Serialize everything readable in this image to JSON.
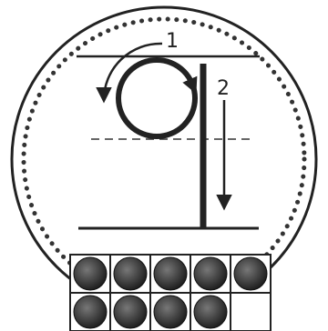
{
  "diagram": {
    "step_labels": [
      "1",
      "2"
    ],
    "ten_frame": {
      "rows": 2,
      "cols": 5,
      "filled_count": 9
    }
  },
  "colors": {
    "ink": "#222222",
    "counter": "#3a3a3a",
    "background": "#ffffff"
  }
}
